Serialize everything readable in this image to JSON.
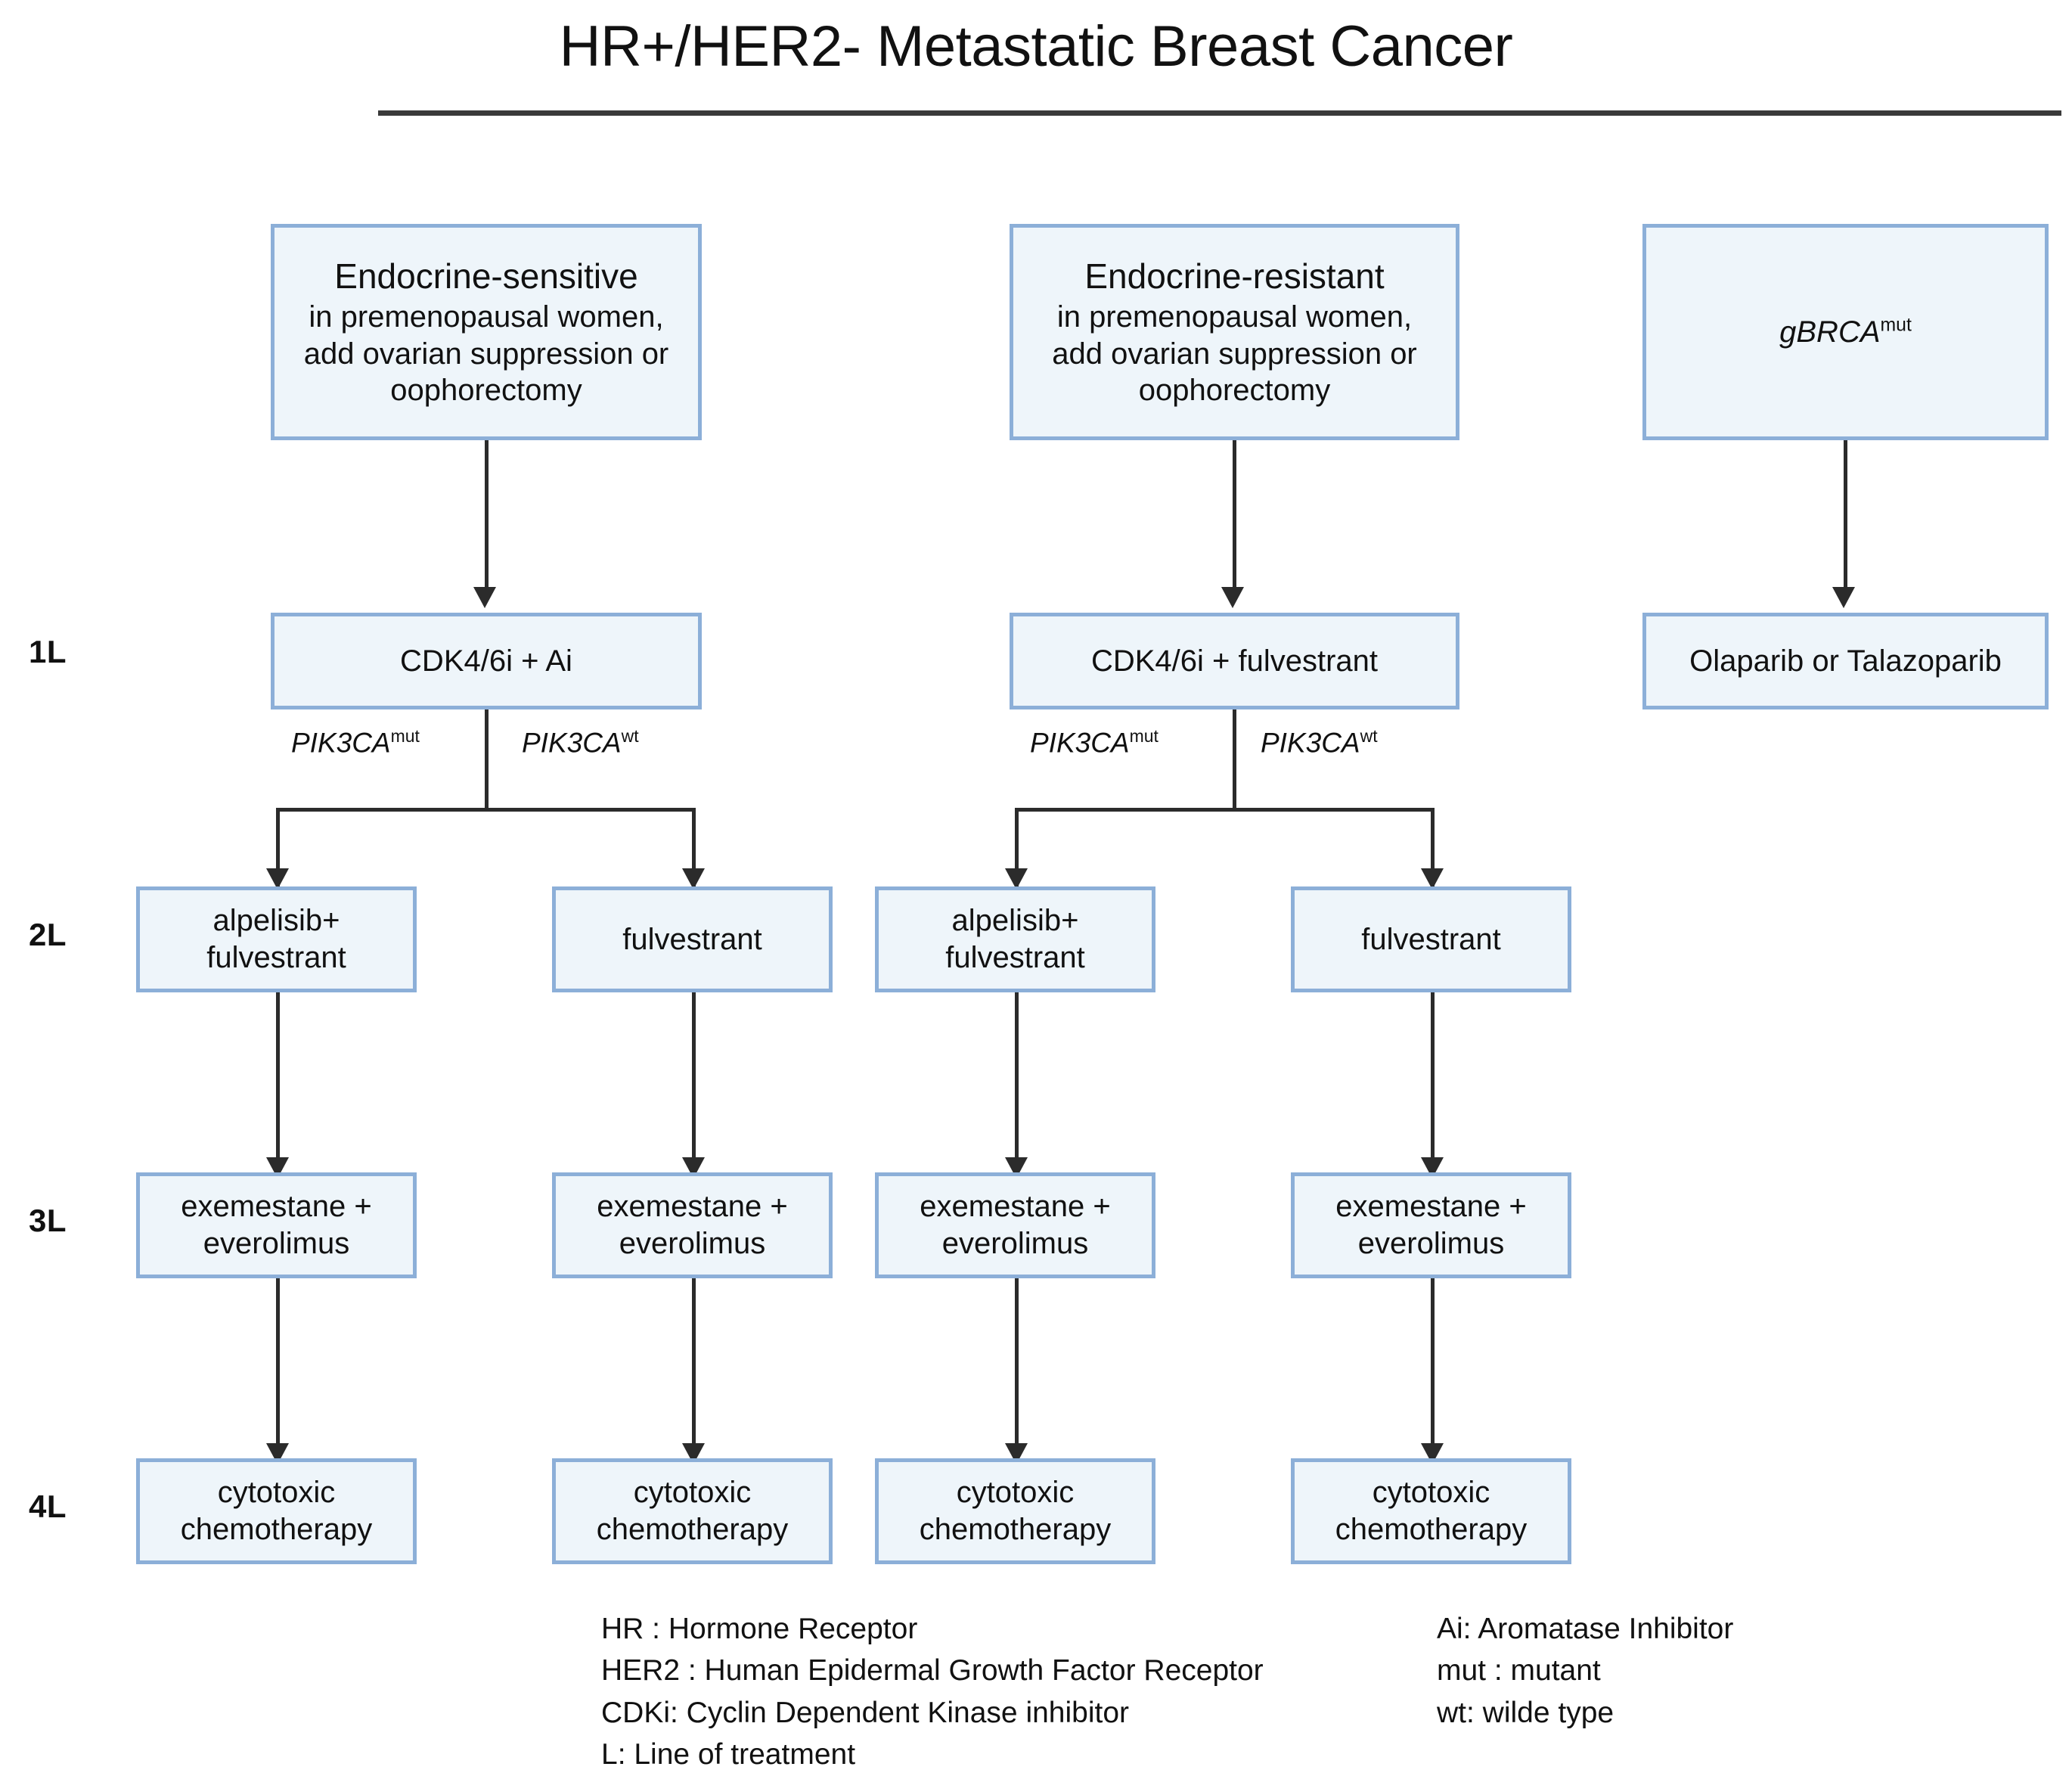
{
  "title": "HR+/HER2- Metastatic Breast Cancer",
  "line_labels": [
    {
      "id": "1L",
      "text": "1L"
    },
    {
      "id": "2L",
      "text": "2L"
    },
    {
      "id": "3L",
      "text": "3L"
    },
    {
      "id": "4L",
      "text": "4L"
    }
  ],
  "top_nodes": [
    {
      "id": "endocrine-sensitive",
      "heading": "Endocrine-sensitive",
      "body_lines": [
        "in premenopausal women,",
        "add ovarian suppression or",
        "oophorectomy"
      ]
    },
    {
      "id": "endocrine-resistant",
      "heading": "Endocrine-resistant",
      "body_lines": [
        "in premenopausal women,",
        "add ovarian suppression or",
        "oophorectomy"
      ]
    },
    {
      "id": "gbrca-mut",
      "gene": "gBRCA",
      "superscript": "mut"
    }
  ],
  "line1_nodes": [
    {
      "id": "cdk-ai",
      "label": "CDK4/6i + Ai"
    },
    {
      "id": "cdk-fulvestrant",
      "label": "CDK4/6i + fulvestrant"
    },
    {
      "id": "parp",
      "label": "Olaparib or Talazoparib"
    }
  ],
  "branch_labels": [
    {
      "id": "b1-mut",
      "gene": "PIK3CA",
      "sup": "mut"
    },
    {
      "id": "b1-wt",
      "gene": "PIK3CA",
      "sup": "wt"
    },
    {
      "id": "b2-mut",
      "gene": "PIK3CA",
      "sup": "mut"
    },
    {
      "id": "b2-wt",
      "gene": "PIK3CA",
      "sup": "wt"
    }
  ],
  "line2_nodes": [
    {
      "id": "alpelisib-fulvestrant-1",
      "lines": [
        "alpelisib+",
        "fulvestrant"
      ]
    },
    {
      "id": "fulvestrant-1",
      "lines": [
        "fulvestrant"
      ]
    },
    {
      "id": "alpelisib-fulvestrant-2",
      "lines": [
        "alpelisib+",
        "fulvestrant"
      ]
    },
    {
      "id": "fulvestrant-2",
      "lines": [
        "fulvestrant"
      ]
    }
  ],
  "line3_nodes": [
    {
      "id": "exe-eve-1",
      "lines": [
        "exemestane +",
        "everolimus"
      ]
    },
    {
      "id": "exe-eve-2",
      "lines": [
        "exemestane +",
        "everolimus"
      ]
    },
    {
      "id": "exe-eve-3",
      "lines": [
        "exemestane +",
        "everolimus"
      ]
    },
    {
      "id": "exe-eve-4",
      "lines": [
        "exemestane +",
        "everolimus"
      ]
    }
  ],
  "line4_nodes": [
    {
      "id": "chemo-1",
      "lines": [
        "cytotoxic",
        "chemotherapy"
      ]
    },
    {
      "id": "chemo-2",
      "lines": [
        "cytotoxic",
        "chemotherapy"
      ]
    },
    {
      "id": "chemo-3",
      "lines": [
        "cytotoxic",
        "chemotherapy"
      ]
    },
    {
      "id": "chemo-4",
      "lines": [
        "cytotoxic",
        "chemotherapy"
      ]
    }
  ],
  "legend": {
    "left_column": [
      "HR : Hormone Receptor",
      "HER2 : Human Epidermal Growth Factor Receptor",
      "CDKi: Cyclin Dependent Kinase inhibitor",
      "L: Line of treatment"
    ],
    "right_column": [
      "Ai: Aromatase Inhibitor",
      "mut : mutant",
      "wt: wilde type"
    ]
  },
  "colors": {
    "box_fill": "#eef5fa",
    "box_border": "#8cafd8",
    "connector": "#2b2b2b",
    "text": "#111111",
    "rule": "#3a3a3a"
  }
}
